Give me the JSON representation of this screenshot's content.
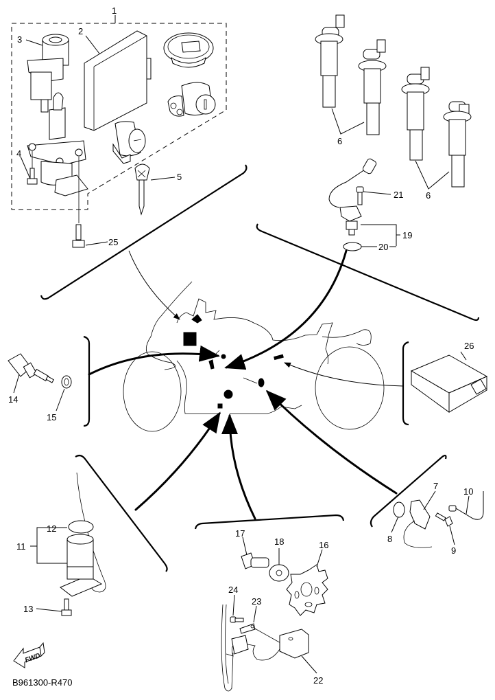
{
  "diagram": {
    "title": "Electrical parts exploded view",
    "figure_code": "B961300-R470",
    "fwd_label": "FWD",
    "callouts": {
      "c1": "1",
      "c2": "2",
      "c3": "3",
      "c4": "4",
      "c5": "5",
      "c6a": "6",
      "c6b": "6",
      "c7": "7",
      "c8": "8",
      "c9": "9",
      "c10": "10",
      "c11": "11",
      "c12": "12",
      "c13": "13",
      "c14": "14",
      "c15": "15",
      "c16": "16",
      "c17": "17",
      "c18": "18",
      "c19": "19",
      "c20": "20",
      "c21": "21",
      "c22": "22",
      "c23": "23",
      "c24": "24",
      "c25": "25",
      "c26": "26"
    },
    "groups": [
      {
        "name": "main-switch-ecu-kit",
        "parts": [
          "1",
          "2",
          "3",
          "4",
          "5",
          "25"
        ]
      },
      {
        "name": "ignition-coils",
        "parts": [
          "6"
        ]
      },
      {
        "name": "sensor-19-20-21",
        "parts": [
          "19",
          "20",
          "21"
        ]
      },
      {
        "name": "sensor-14-15",
        "parts": [
          "14",
          "15"
        ]
      },
      {
        "name": "unit-26",
        "parts": [
          "26"
        ]
      },
      {
        "name": "sensor-11-12-13",
        "parts": [
          "11",
          "12",
          "13"
        ]
      },
      {
        "name": "pickup-rotor-group",
        "parts": [
          "16",
          "17",
          "18",
          "22",
          "23",
          "24"
        ]
      },
      {
        "name": "sensor-7-10",
        "parts": [
          "7",
          "8",
          "9",
          "10"
        ]
      }
    ]
  }
}
